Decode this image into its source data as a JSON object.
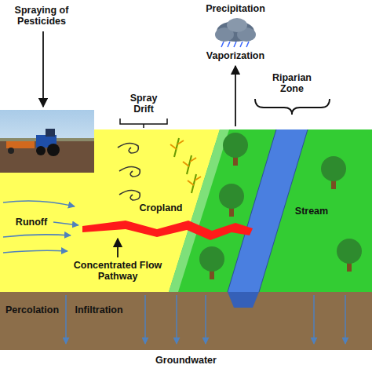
{
  "diagram": {
    "labels": [
      "Precipitation",
      "Spraying of Pesticides",
      "Spray Drift",
      "Vaporization",
      "Riparian Zone",
      "Cropland",
      "Stream",
      "Runoff",
      "Concentrated Flow Pathway",
      "Percolation",
      "Infiltration",
      "Groundwater"
    ]
  }
}
